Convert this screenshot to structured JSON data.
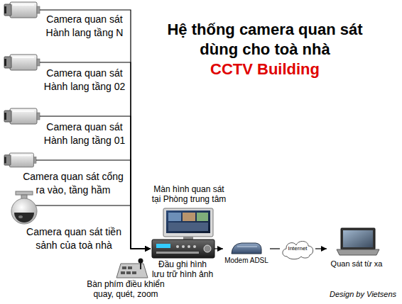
{
  "diagram": {
    "title": "Hệ thống camera quan sát dùng cho toà nhà",
    "nodes": [
      {
        "text": [
          "Camera quan sát Hành lang tầng N"
        ]
      },
      {
        "text": [
          "Camera quan sát Hành lang tầng 02"
        ]
      },
      {
        "text": [
          "Camera quan sát Hành lang tầng 01"
        ]
      },
      {
        "text": [
          "Camera quan sát cổng ra vào, tầng hầm"
        ]
      },
      {
        "text": [
          "Camera quan sát tiền sảnh của toà nhà"
        ]
      },
      {
        "text": [
          "Màn hình quan sát tại Phòng trung tâm"
        ]
      },
      {
        "text": [
          "Đầu ghi hình lưu trữ hình ảnh"
        ]
      },
      {
        "text": [
          "Bàn phím điều khiển quay, quét, zoom"
        ]
      },
      {
        "text": [
          "Modem ADSL"
        ]
      },
      {
        "text": [
          "Internet"
        ]
      },
      {
        "text": [
          "Quan sát từ xa"
        ]
      }
    ],
    "edges": [
      {
        "from": 0,
        "to": 6,
        "arrow": "to"
      },
      {
        "from": 1,
        "to": 6,
        "arrow": "to"
      },
      {
        "from": 2,
        "to": 6,
        "arrow": "to"
      },
      {
        "from": 3,
        "to": 6,
        "arrow": "to"
      },
      {
        "from": 4,
        "to": 6,
        "arrow": "to"
      },
      {
        "from": 6,
        "to": 8,
        "arrow": "to"
      },
      {
        "from": 8,
        "to": 9,
        "arrow": "none"
      },
      {
        "from": 9,
        "to": 10,
        "arrow": "to"
      }
    ],
    "labels": [
      "CCTV Building",
      "Design by Vietsens"
    ]
  }
}
